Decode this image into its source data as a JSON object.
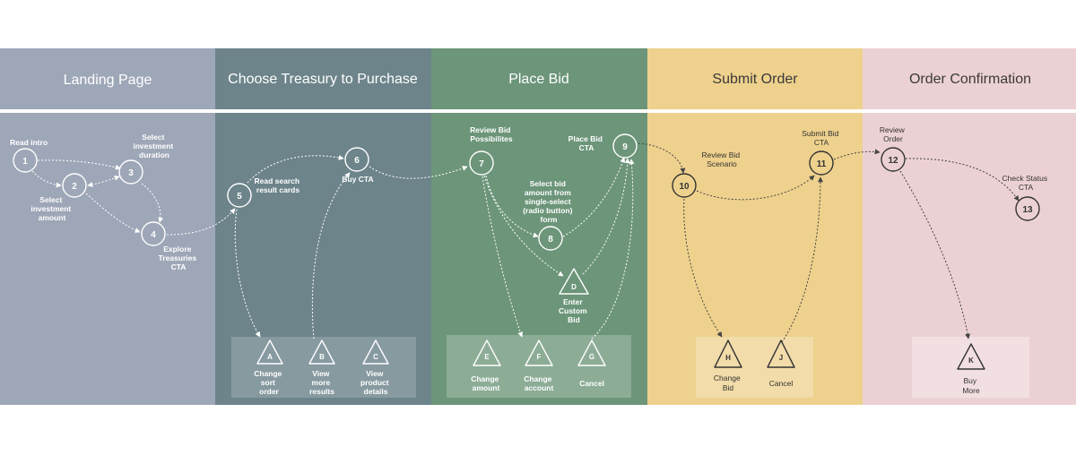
{
  "lanes": [
    {
      "id": "landing",
      "title": "Landing Page",
      "color": "#9ea7b7",
      "header_color": "#9ea7b7"
    },
    {
      "id": "choose",
      "title": "Choose Treasury to Purchase",
      "color": "#6d848b",
      "header_color": "#6d848b"
    },
    {
      "id": "bid",
      "title": "Place Bid",
      "color": "#6c9579",
      "header_color": "#6c9579"
    },
    {
      "id": "submit",
      "title": "Submit Order",
      "color": "#eed18d",
      "header_color": "#eed18d"
    },
    {
      "id": "confirm",
      "title": "Order Confirmation",
      "color": "#ecd1d4",
      "header_color": "#ecd1d4"
    }
  ],
  "steps": [
    {
      "id": "1",
      "label": "Read intro"
    },
    {
      "id": "2",
      "label": "Select investment amount"
    },
    {
      "id": "3",
      "label": "Select investment duration"
    },
    {
      "id": "4",
      "label": "Explore Treasuries CTA"
    },
    {
      "id": "5",
      "label": "Read search result cards"
    },
    {
      "id": "6",
      "label": "Buy CTA"
    },
    {
      "id": "7",
      "label": "Review Bid Possibilites"
    },
    {
      "id": "8",
      "label": "Select bid amount from single-select (radio button) form"
    },
    {
      "id": "9",
      "label": "Place Bid CTA"
    },
    {
      "id": "10",
      "label": "Review Bid Scenario"
    },
    {
      "id": "11",
      "label": "Submit Bid CTA"
    },
    {
      "id": "12",
      "label": "Review Order"
    },
    {
      "id": "13",
      "label": "Check Status CTA"
    }
  ],
  "alternates": [
    {
      "id": "A",
      "label": "Change sort order"
    },
    {
      "id": "B",
      "label": "View more results"
    },
    {
      "id": "C",
      "label": "View product details"
    },
    {
      "id": "D",
      "label": "Enter Custom Bid"
    },
    {
      "id": "E",
      "label": "Change amount"
    },
    {
      "id": "F",
      "label": "Change account"
    },
    {
      "id": "G",
      "label": "Cancel"
    },
    {
      "id": "H",
      "label": "Change Bid"
    },
    {
      "id": "J",
      "label": "Cancel"
    },
    {
      "id": "K",
      "label": "Buy More"
    }
  ]
}
